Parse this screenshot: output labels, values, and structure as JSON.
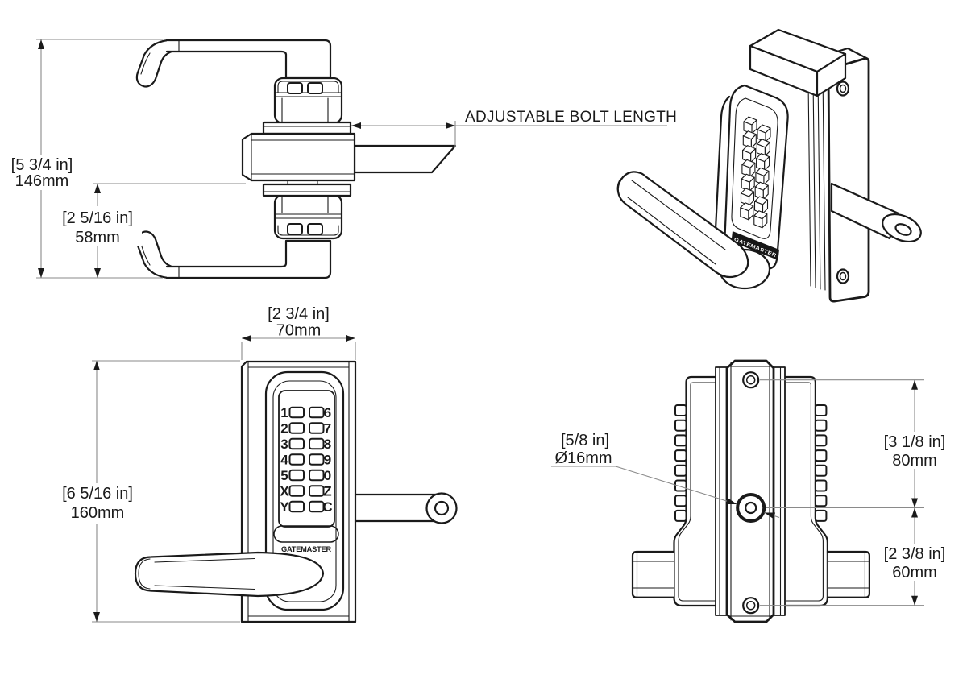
{
  "colors": {
    "background": "#ffffff",
    "line": "#1a1a1a",
    "dimension_line": "#8a8a8a",
    "brand_band": "#161616"
  },
  "product": {
    "brand": "GATEMASTER"
  },
  "top_view": {
    "overall_height_in": "[5 3/4 in]",
    "overall_height_mm": "146mm",
    "handle_offset_in": "[2 5/16 in]",
    "handle_offset_mm": "58mm",
    "bolt_note": "ADJUSTABLE BOLT LENGTH"
  },
  "front_view": {
    "width_in": "[2 3/4 in]",
    "width_mm": "70mm",
    "height_in": "[6 5/16 in]",
    "height_mm": "160mm",
    "keypad_left": [
      "1",
      "2",
      "3",
      "4",
      "5",
      "X",
      "Y"
    ],
    "keypad_right": [
      "6",
      "7",
      "8",
      "9",
      "0",
      "Z",
      "C"
    ]
  },
  "side_view": {
    "hole_dia_in": "[5/8 in]",
    "hole_dia_mm": "Ø16mm",
    "upper_span_in": "[3 1/8 in]",
    "upper_span_mm": "80mm",
    "lower_span_in": "[2 3/8 in]",
    "lower_span_mm": "60mm"
  }
}
